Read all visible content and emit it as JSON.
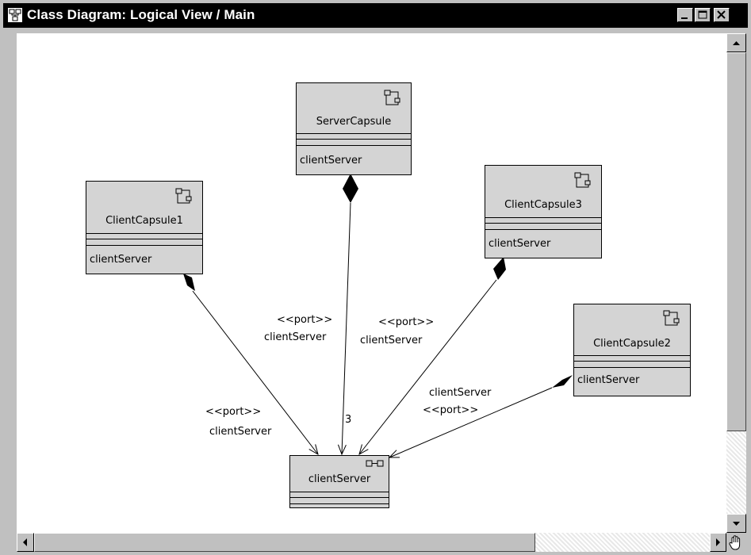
{
  "window": {
    "title": "Class Diagram: Logical View / Main",
    "controls": [
      "minimize",
      "maximize",
      "close"
    ]
  },
  "diagram": {
    "classes": [
      {
        "id": "server",
        "name": "ServerCapsule",
        "attribute": "clientServer",
        "stereotype_icon": "capsule-icon"
      },
      {
        "id": "client1",
        "name": "ClientCapsule1",
        "attribute": "clientServer",
        "stereotype_icon": "capsule-icon"
      },
      {
        "id": "client3",
        "name": "ClientCapsule3",
        "attribute": "clientServer",
        "stereotype_icon": "capsule-icon"
      },
      {
        "id": "client2",
        "name": "ClientCapsule2",
        "attribute": "clientServer",
        "stereotype_icon": "capsule-icon"
      },
      {
        "id": "protocol",
        "name": "clientServer",
        "stereotype_icon": "protocol-icon"
      }
    ],
    "associations": [
      {
        "from": "client1",
        "to": "protocol",
        "stereotype": "<<port>>",
        "role": "clientServer"
      },
      {
        "from": "server",
        "to": "protocol",
        "stereotype": "<<port>>",
        "role": "clientServer",
        "multiplicity": "3"
      },
      {
        "from": "client3",
        "to": "protocol",
        "stereotype": "<<port>>",
        "role": "clientServer"
      },
      {
        "from": "client2",
        "to": "protocol",
        "stereotype": "<<port>>",
        "role": "clientServer"
      }
    ]
  }
}
